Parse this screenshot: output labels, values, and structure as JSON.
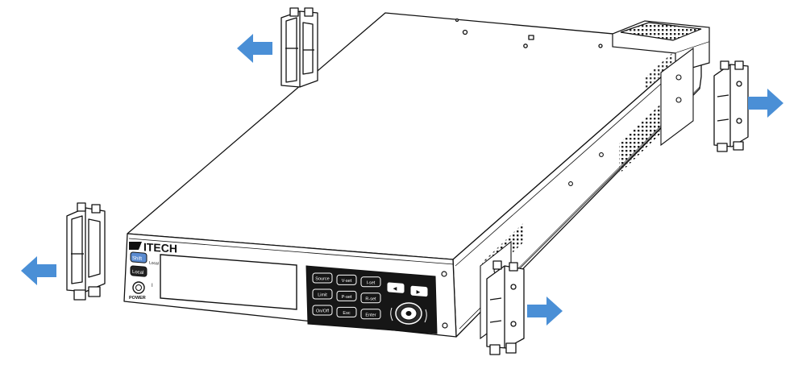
{
  "brand": {
    "logo_text": "ITECH"
  },
  "front_panel": {
    "left_keys": [
      {
        "name": "shift-key",
        "label": "Shift"
      },
      {
        "name": "local-key",
        "label": "Local"
      }
    ],
    "local_sublabel": "Local",
    "power_label": "POWER",
    "power_glyph": "I",
    "keypad": [
      "Source",
      "V-set",
      "I-set",
      "Limit",
      "P-set",
      "R-set",
      "On/Off",
      "Esc",
      "Enter"
    ],
    "nav_keys": [
      "◄",
      "►"
    ]
  },
  "arrows": {
    "color": "#4a8fd6",
    "directions": [
      "left",
      "left",
      "right",
      "right"
    ]
  }
}
